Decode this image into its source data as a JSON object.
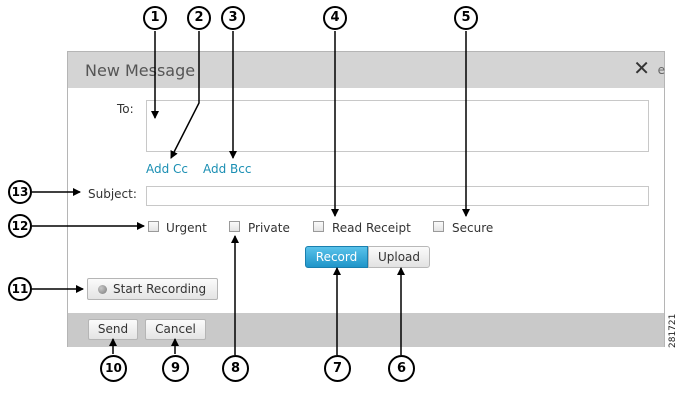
{
  "dialog": {
    "title": "New Message",
    "close_glyph": "✕",
    "edge_glyph": "e"
  },
  "form": {
    "to_label": "To:",
    "add_cc": "Add Cc",
    "add_bcc": "Add Bcc",
    "subject_label": "Subject:",
    "options": {
      "urgent": "Urgent",
      "private": "Private",
      "read_receipt": "Read Receipt",
      "secure": "Secure"
    },
    "record_tab": "Record",
    "upload_tab": "Upload",
    "start_recording": "Start Recording"
  },
  "footer": {
    "send": "Send",
    "cancel": "Cancel"
  },
  "callouts": [
    "1",
    "2",
    "3",
    "4",
    "5",
    "6",
    "7",
    "8",
    "9",
    "10",
    "11",
    "12",
    "13"
  ],
  "figure_id": "281721",
  "colors": {
    "accent": "#1f95c9",
    "link": "#1b8fb3",
    "chrome": "#cfcfcf"
  },
  "icons": {
    "close": "close-icon",
    "record_dot": "record-dot-icon"
  }
}
